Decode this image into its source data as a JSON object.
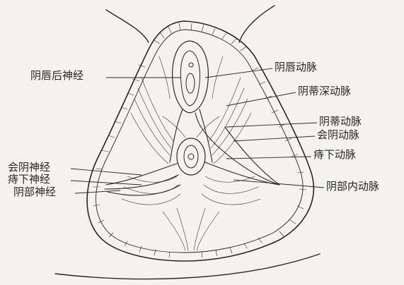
{
  "labels": {
    "labial_nerve_posterior": "阴唇后神经",
    "labial_artery": "阴唇动脉",
    "deep_clitoral_artery": "阴蒂深动脉",
    "clitoral_artery": "阴蒂动脉",
    "perineal_artery": "会阴动脉",
    "inferior_rectal_artery": "痔下动脉",
    "internal_pudendal_artery": "阴部内动脉",
    "perineal_nerve": "会阴神经",
    "inferior_rectal_nerve": "痔下神经",
    "pudendal_nerve": "阴部神经"
  },
  "colors": {
    "ink": "#2a2622",
    "paper": "#f4f2ee"
  }
}
